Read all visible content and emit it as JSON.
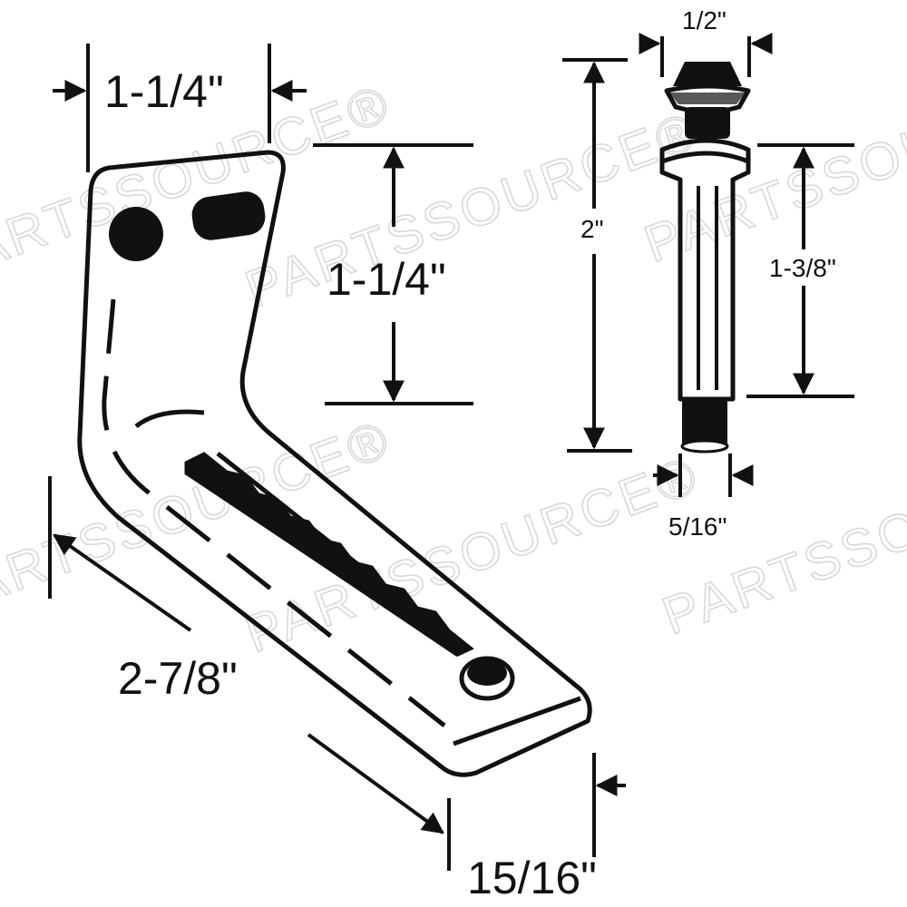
{
  "watermark": "PARTSSOURCE®",
  "bracket": {
    "top_width": "1-1/4\"",
    "vertical_height": "1-1/4\"",
    "arm_length": "2-7/8\"",
    "arm_width": "15/16\""
  },
  "pin": {
    "head_diameter": "1/2\"",
    "overall_length": "2\"",
    "sleeve_length": "1-3/8\"",
    "thread_diameter": "5/16\""
  }
}
